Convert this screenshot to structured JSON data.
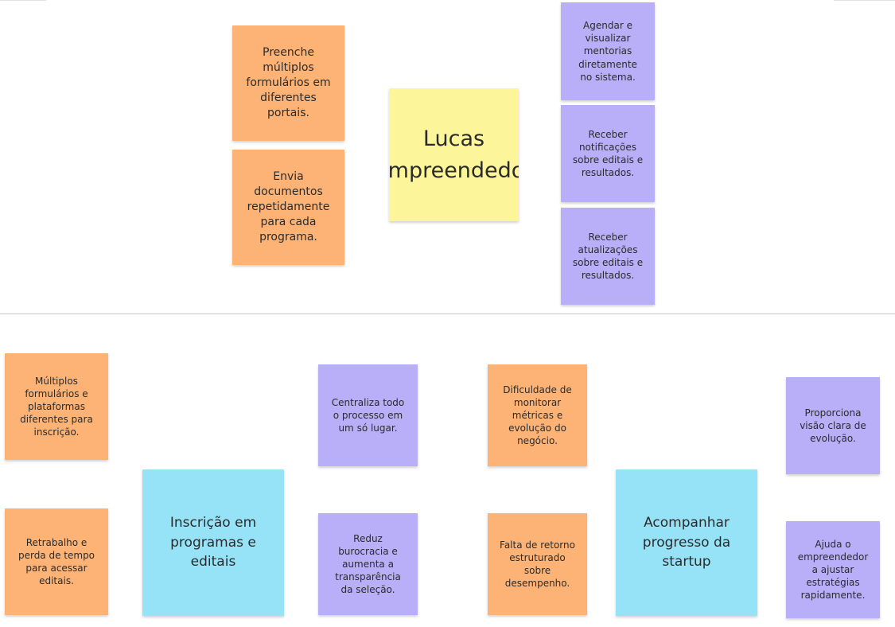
{
  "persona": {
    "name": "Lucas (Empreendedor)"
  },
  "pains_top": [
    "Preenche múltiplos formulários em diferentes portais.",
    "Envia documentos repetidamente para cada programa."
  ],
  "gains_top": [
    "Agendar e visualizar mentorias diretamente no sistema.",
    "Receber notificações sobre editais e resultados.",
    "Receber atualizações sobre editais e resultados."
  ],
  "jobs": [
    {
      "title": "Inscrição em programas e editais",
      "pains": [
        "Múltiplos formulários e plataformas diferentes para inscrição.",
        "Retrabalho e perda de tempo para acessar editais."
      ],
      "gains": [
        "Centraliza todo o processo em um só lugar.",
        "Reduz burocracia e aumenta a transparência da seleção."
      ]
    },
    {
      "title": "Acompanhar progresso da startup",
      "pains": [
        "Dificuldade de monitorar métricas e evolução do negócio.",
        "Falta de retorno estruturado sobre desempenho."
      ],
      "gains": [
        "Proporciona visão clara de evolução.",
        "Ajuda o empreendedor a ajustar estratégias rapidamente."
      ]
    }
  ],
  "colors": {
    "pain": "#fcb375",
    "gain": "#b9aef8",
    "persona": "#fcf59a",
    "job": "#96e2f6"
  }
}
